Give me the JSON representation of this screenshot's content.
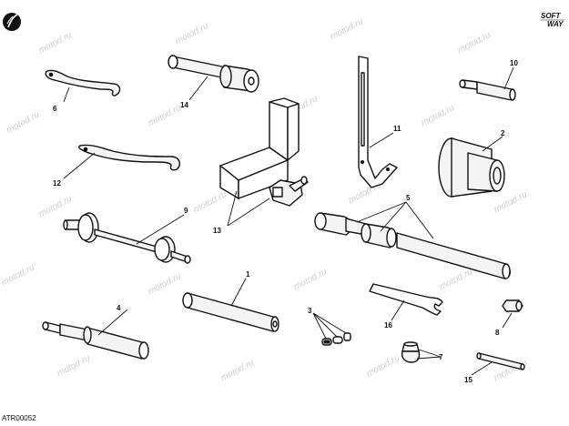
{
  "drawing_code": "ATR00052",
  "brand": {
    "line1": "SOFT",
    "line2": "WAY",
    "logo_icon": "leaf-logo-icon"
  },
  "watermark": "motod.ru",
  "callouts": [
    "1",
    "2",
    "3",
    "4",
    "5",
    "6",
    "7",
    "8",
    "9",
    "10",
    "11",
    "12",
    "13",
    "14",
    "15",
    "16"
  ]
}
